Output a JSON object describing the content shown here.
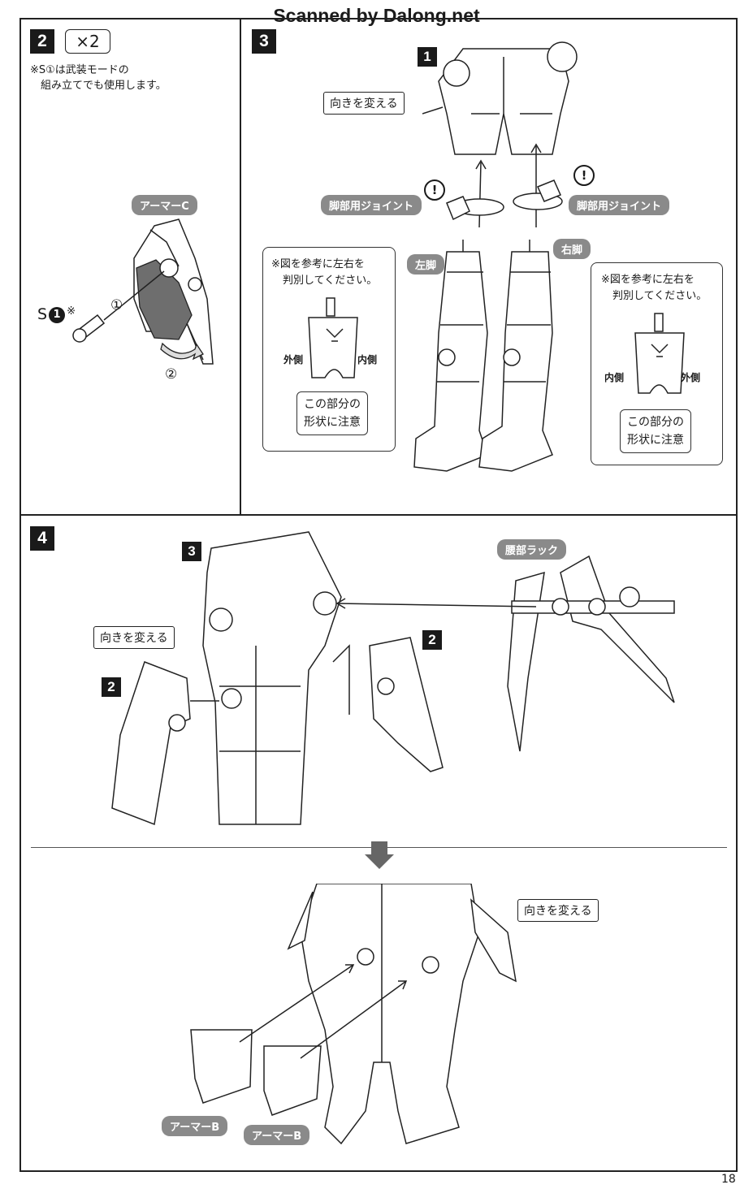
{
  "watermark": "Scanned by Dalong.net",
  "page_number": "18",
  "step2": {
    "number": "2",
    "multiplier": "×2",
    "note_line1": "※S①は武装モードの",
    "note_line2": "組み立てでも使用します。",
    "armor_label": "アーマーC",
    "part_prefix": "S",
    "part_circle": "1",
    "part_mark": "※",
    "sub1": "①",
    "sub2": "②"
  },
  "step3": {
    "number": "3",
    "ref_number": "1",
    "turn_label": "向きを変える",
    "joint_label_left": "脚部用ジョイント",
    "joint_label_right": "脚部用ジョイント",
    "warn_mark": "!",
    "left_leg_label": "左脚",
    "right_leg_label": "右脚",
    "left_note_line1": "※図を参考に左右を",
    "left_note_line2": "判別してください。",
    "left_outer": "外側",
    "left_inner": "内側",
    "left_caution_line1": "この部分の",
    "left_caution_line2": "形状に注意",
    "right_note_line1": "※図を参考に左右を",
    "right_note_line2": "判別してください。",
    "right_inner": "内側",
    "right_outer": "外側",
    "right_caution_line1": "この部分の",
    "right_caution_line2": "形状に注意"
  },
  "step4": {
    "number": "4",
    "ref3": "3",
    "ref2_left": "2",
    "ref2_mid": "2",
    "turn_label_upper": "向きを変える",
    "waist_rack_label": "腰部ラック",
    "turn_label_lower": "向きを変える",
    "armor_b_1": "アーマーB",
    "armor_b_2": "アーマーB"
  }
}
